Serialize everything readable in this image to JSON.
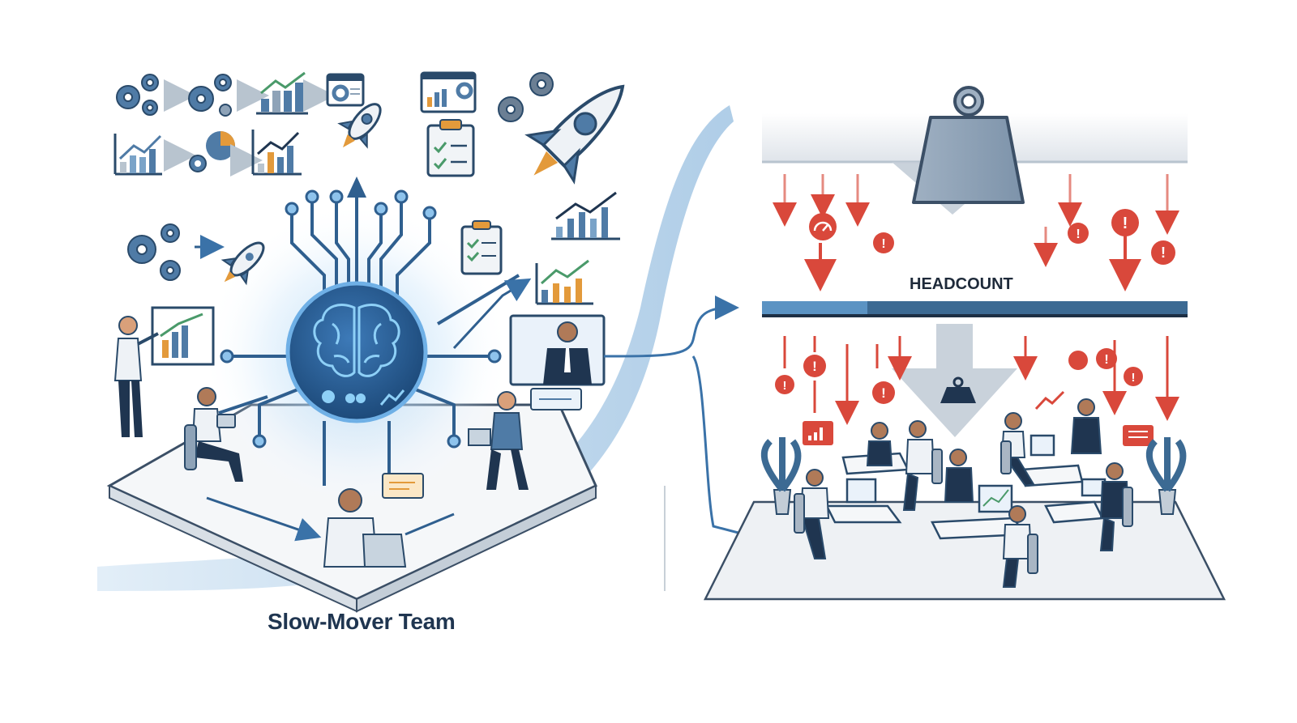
{
  "left_panel": {
    "caption": "Slow-Mover Team",
    "center_icon": "ai-brain-icon",
    "process_icons": [
      "gears-icon",
      "arrow-icon",
      "gears-icon",
      "arrow-icon",
      "bar-chart-icon",
      "arrow-icon",
      "dashboard-window-icon",
      "dashboard-window-icon",
      "line-chart-icon",
      "pie-chart-icon",
      "trend-chart-icon",
      "rocket-icon",
      "clipboard-checklist-icon"
    ],
    "people": [
      "presenter",
      "seated-tablet-worker",
      "laptop-worker",
      "phone-laptop-worker",
      "video-call-manager"
    ]
  },
  "right_panel": {
    "bar_label": "HEADCOUNT",
    "top_icon": "weight-icon",
    "alert_icons": [
      "alert-icon",
      "gauge-icon",
      "down-arrow-icon"
    ],
    "people": [
      "office-team-working"
    ]
  },
  "colors": {
    "primary_blue": "#2f5f8f",
    "light_blue": "#5a9ad1",
    "navy": "#1f3550",
    "alert_red": "#d9483b",
    "green": "#4a9a6a",
    "orange": "#e39a3b",
    "weight_gray": "#8ea3b8",
    "floor_gray": "#e8ebef"
  }
}
